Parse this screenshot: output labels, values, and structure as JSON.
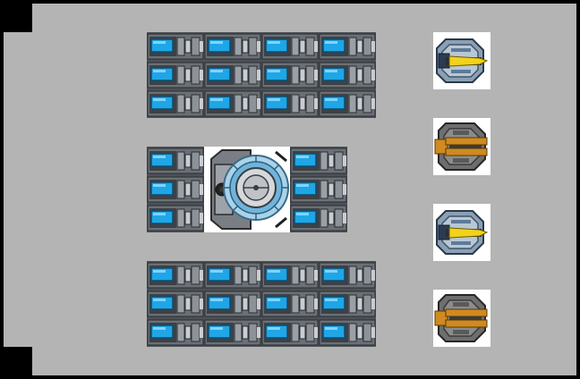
{
  "scene": {
    "floor_color": "#b4b4b4",
    "background_color": "#000000"
  },
  "modules": {
    "kind": "battery-cell",
    "accent_color": "#1fa6e6",
    "casing_color": "#555a60",
    "top_block": {
      "rows": 3,
      "cols": 4
    },
    "middle_left": {
      "rows": 3,
      "cols": 1
    },
    "middle_right": {
      "rows": 3,
      "cols": 1
    },
    "bottom_block": {
      "rows": 3,
      "cols": 4
    }
  },
  "reactor": {
    "kind": "reactor-core",
    "ring_color": "#7fbfe0"
  },
  "weapons": [
    {
      "kind": "laser-turret",
      "accent_color": "#f2d21a",
      "frame_color": "#5a6f86"
    },
    {
      "kind": "cannon-turret",
      "accent_color": "#d08a20",
      "frame_color": "#6a6a6a"
    },
    {
      "kind": "laser-turret",
      "accent_color": "#f2d21a",
      "frame_color": "#5a6f86"
    },
    {
      "kind": "cannon-turret",
      "accent_color": "#d08a20",
      "frame_color": "#6a6a6a"
    }
  ]
}
